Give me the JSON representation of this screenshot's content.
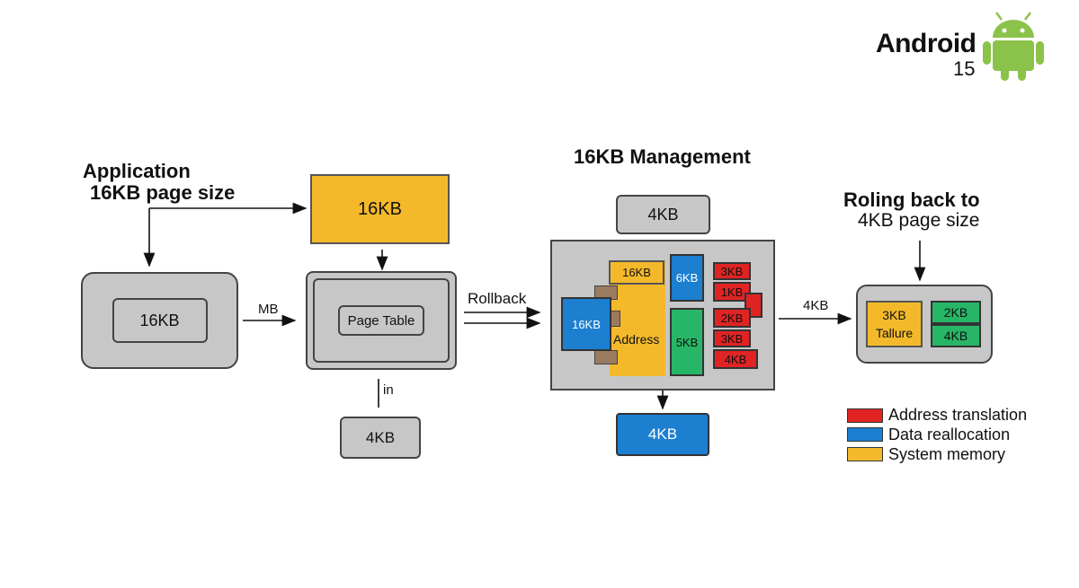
{
  "brand": {
    "name": "Android",
    "version": "15",
    "icon": "android-robot-icon",
    "color": "#8bc34a"
  },
  "left": {
    "heading_line1": "Application",
    "heading_line2": "16KB page size",
    "app_box": "16KB",
    "top_box": "16KB",
    "page_table": "Page Table",
    "arrow_mb": "MB",
    "arrow_in": "in",
    "bottom_box": "4KB"
  },
  "center": {
    "title": "16KB Management",
    "rollback": "Rollback",
    "top_box": "4KB",
    "bottom_box": "4KB",
    "cells": {
      "yellow_top": "16KB",
      "blue_left": "16KB",
      "address": "Address",
      "blue_top": "6KB",
      "green": "5KB",
      "red_3kb": "3KB",
      "red_1kb": "1KB",
      "red_2kb": "2KB",
      "red_3kb_b": "3KB",
      "red_4kb": "4KB"
    }
  },
  "right": {
    "heading_line1": "Roling back to",
    "heading_line2": "4KB page size",
    "arrow_label": "4KB",
    "yellow_line1": "3KB",
    "yellow_line2": "Tallure",
    "green_line1": "2KB",
    "green_line2": "4KB"
  },
  "legend": [
    {
      "label": "Address translation",
      "color": "#e02424"
    },
    {
      "label": "Data reallocation",
      "color": "#1c7fd0"
    },
    {
      "label": "System memory",
      "color": "#f4b92b"
    }
  ],
  "colors": {
    "gray": "#c7c7c7",
    "yellow": "#f4b92b",
    "blue": "#1c7fd0",
    "red": "#e02424",
    "green": "#27b667"
  }
}
